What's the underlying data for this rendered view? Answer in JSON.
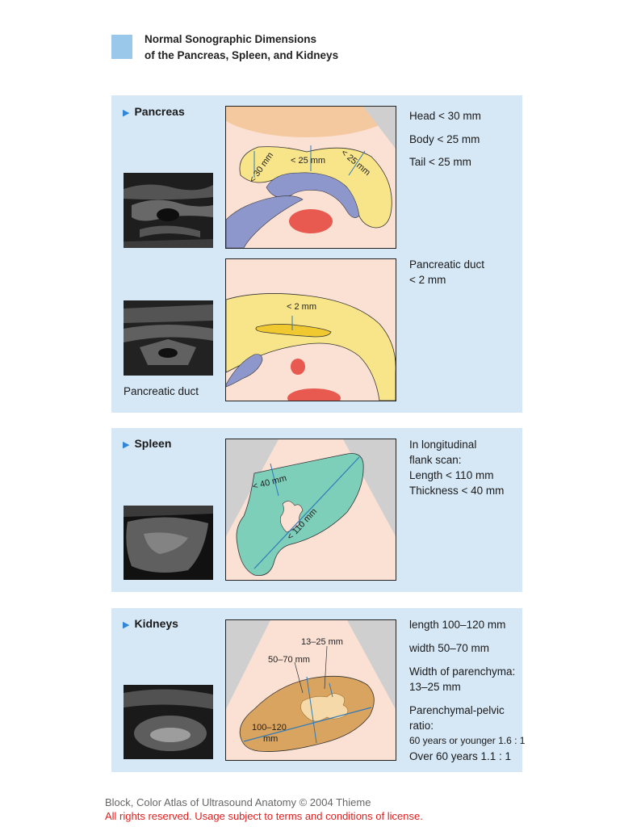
{
  "title": {
    "line1": "Normal Sonographic Dimensions",
    "line2": "of the Pancreas, Spleen, and Kidneys"
  },
  "pancreas": {
    "heading": "Pancreas",
    "image_caption": "Pancreatic duct",
    "diagram1_labels": {
      "head": "< 30 mm",
      "body": "< 25 mm",
      "tail": "< 25 mm"
    },
    "diagram2_labels": {
      "duct": "< 2 mm"
    },
    "measurements": [
      "Head < 30 mm",
      "Body < 25 mm",
      "Tail < 25 mm"
    ],
    "duct_text": [
      "Pancreatic duct",
      "< 2 mm"
    ]
  },
  "spleen": {
    "heading": "Spleen",
    "diagram_labels": {
      "thickness": "< 40 mm",
      "length": "< 110 mm"
    },
    "text": [
      "In longitudinal",
      "flank scan:",
      "Length < 110 mm",
      "Thickness < 40 mm"
    ]
  },
  "kidneys": {
    "heading": "Kidneys",
    "diagram_labels": {
      "parenchyma": "13–25 mm",
      "width": "50–70 mm",
      "length_line1": "100–120",
      "length_line2": "mm"
    },
    "length": "length 100–120 mm",
    "width": "width 50–70 mm",
    "parenchyma": [
      "Width of parenchyma:",
      "13–25 mm"
    ],
    "ratio": [
      "Parenchymal-pelvic",
      "ratio:"
    ],
    "ratio_young": "60 years or younger 1.6 : 1",
    "ratio_old": "Over 60 years 1.1 : 1"
  },
  "footer": {
    "line1": "Block, Color Atlas of Ultrasound Anatomy © 2004 Thieme",
    "line2": "All rights reserved. Usage subject to terms and conditions of license."
  },
  "colors": {
    "panel": "#d6e7f5",
    "title_square": "#9ac8ea",
    "pancreas": "#f8e58a",
    "vessel": "#8e97cc",
    "artery": "#e85a50",
    "spleen": "#7ecfba",
    "kidney": "#d9a460",
    "measure_line": "#2f7ab8",
    "footer_red": "#e02020"
  }
}
